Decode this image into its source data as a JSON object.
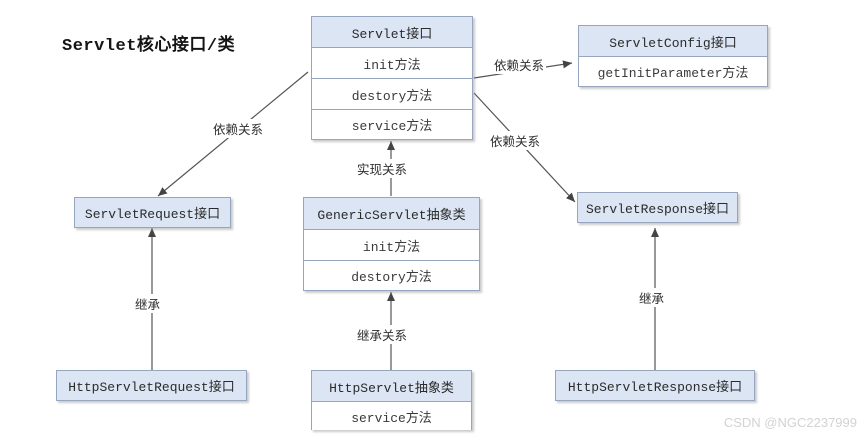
{
  "diagram": {
    "title": "Servlet核心接口/类",
    "watermark": "CSDN @NGC2237999",
    "colors": {
      "header_fill": "#dbe5f4",
      "border": "#97a6bf",
      "body_fill": "#ffffff",
      "edge": "#555555",
      "watermark": "#d2d2d2"
    },
    "nodes": [
      {
        "id": "servlet",
        "title": "Servlet接口",
        "members": [
          "init方法",
          "destory方法",
          "service方法"
        ]
      },
      {
        "id": "servlet-config",
        "title": "ServletConfig接口",
        "members": [
          "getInitParameter方法"
        ]
      },
      {
        "id": "servlet-request",
        "title": "ServletRequest接口",
        "members": []
      },
      {
        "id": "generic-servlet",
        "title": "GenericServlet抽象类",
        "members": [
          "init方法",
          "destory方法"
        ]
      },
      {
        "id": "servlet-response",
        "title": "ServletResponse接口",
        "members": []
      },
      {
        "id": "http-servlet-request",
        "title": "HttpServletRequest接口",
        "members": []
      },
      {
        "id": "http-servlet",
        "title": "HttpServlet抽象类",
        "members": [
          "service方法"
        ]
      },
      {
        "id": "http-servlet-response",
        "title": "HttpServletResponse接口",
        "members": []
      }
    ],
    "edges": [
      {
        "id": "servlet-to-servlet-request",
        "label": "依赖关系",
        "from": "servlet",
        "to": "servlet-request"
      },
      {
        "id": "servlet-to-servlet-config",
        "label": "依赖关系",
        "from": "servlet",
        "to": "servlet-config"
      },
      {
        "id": "servlet-to-servlet-response",
        "label": "依赖关系",
        "from": "servlet",
        "to": "servlet-response"
      },
      {
        "id": "generic-servlet-to-servlet",
        "label": "实现关系",
        "from": "generic-servlet",
        "to": "servlet"
      },
      {
        "id": "http-servlet-request-to-servlet-request",
        "label": "继承",
        "from": "http-servlet-request",
        "to": "servlet-request"
      },
      {
        "id": "http-servlet-to-generic-servlet",
        "label": "继承关系",
        "from": "http-servlet",
        "to": "generic-servlet"
      },
      {
        "id": "http-servlet-response-to-servlet-response",
        "label": "继承",
        "from": "http-servlet-response",
        "to": "servlet-response"
      }
    ]
  }
}
